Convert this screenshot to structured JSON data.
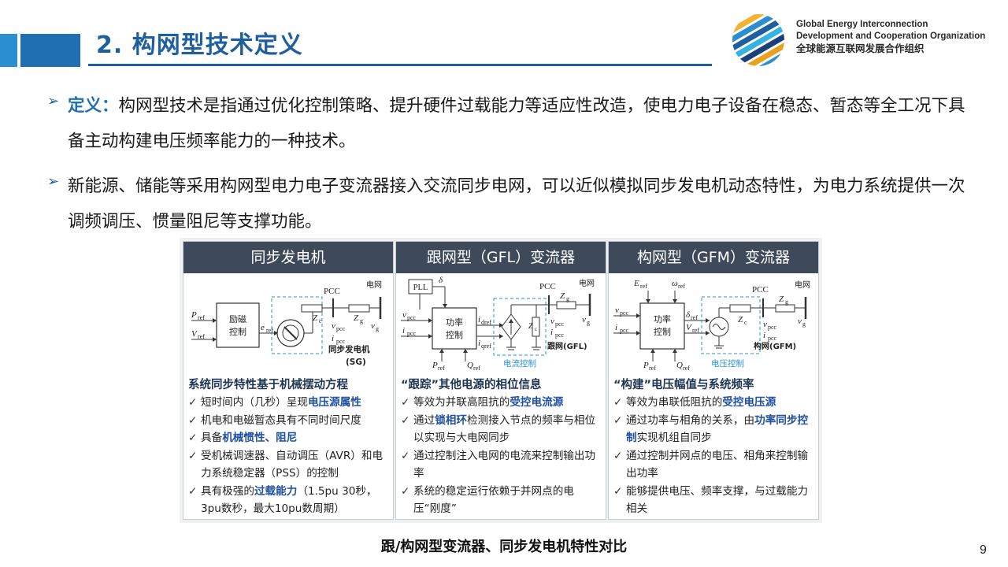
{
  "header": {
    "title": "2. 构网型技术定义"
  },
  "org": {
    "en_line1": "Global Energy Interconnection",
    "en_line2": "Development and Cooperation Organization",
    "cn": "全球能源互联网发展合作组织"
  },
  "bullets": [
    {
      "lead": "定义：",
      "text": "构网型技术是指通过优化控制策略、提升硬件过载能力等适应性改造，使电力电子设备在稳态、暂态等全工况下具备主动构建电压频率能力的一种技术。"
    },
    {
      "lead": "",
      "text": "新能源、储能等采用构网型电力电子变流器接入交流同步电网，可以近似模拟同步发电机动态特性，为电力系统提供一次调频调压、惯量阻尼等支撑功能。"
    }
  ],
  "panels": [
    {
      "title": "同步发电机",
      "diagram": {
        "ctrl": "励磁控制",
        "ctrl1": "励磁",
        "ctrl2": "控制",
        "in1": "P",
        "in1s": "ref",
        "in2": "V",
        "in2s": "ref",
        "sig": "e",
        "sigs": "ref",
        "pcc": "PCC",
        "grid": "电网",
        "zc": "Z",
        "zcs": "c",
        "zg": "Z",
        "zgs": "g",
        "vp": "v",
        "vps": "pcc",
        "ip": "i",
        "ips": "pcc",
        "vg": "v",
        "vgs": "g",
        "label1": "同步发电机",
        "label2": "(SG)"
      },
      "subtitle": "系统同步特性基于机械摆动方程",
      "items": [
        {
          "a": "短时间内（几秒）呈现",
          "b": "电压源属性",
          "c": ""
        },
        {
          "a": "机电和电磁暂态具有不同时间尺度",
          "b": "",
          "c": ""
        },
        {
          "a": "具备",
          "b": "机械惯性、阻尼",
          "c": ""
        },
        {
          "a": "受机械调速器、自动调压（AVR）和电力系统稳定器（PSS）的控制",
          "b": "",
          "c": ""
        },
        {
          "a": "具有极强的",
          "b": "过载能力",
          "c": "（1.5pu 30秒，3pu数秒，最大10pu数周期）"
        }
      ]
    },
    {
      "title": "跟网型（GFL）变流器",
      "diagram": {
        "pll": "PLL",
        "delta": "δ",
        "ctrl1": "功率",
        "ctrl2": "控制",
        "in1": "v",
        "in1s": "pcc",
        "in2": "i",
        "in2s": "pcc",
        "out1": "i",
        "out1s": "dref",
        "out2": "i",
        "out2s": "qref",
        "p": "P",
        "ps": "ref",
        "q": "Q",
        "qs": "ref",
        "pcc": "PCC",
        "grid": "电网",
        "zc": "Z",
        "zcs": "c",
        "zg": "Z",
        "zgs": "g",
        "vp": "v",
        "vps": "pcc",
        "ip": "i",
        "ips": "pcc",
        "vg": "v",
        "vgs": "g",
        "label": "跟网(GFL)",
        "ctrl_label": "电流控制"
      },
      "subtitle": "“跟踪”其他电源的相位信息",
      "items": [
        {
          "a": "等效为并联高阻抗的",
          "b": "受控电流源",
          "c": ""
        },
        {
          "a": "通过",
          "b": "锁相环",
          "c": "检测接入节点的频率与相位以实现与大电网同步"
        },
        {
          "a": "通过控制注入电网的电流来控制输出功率",
          "b": "",
          "c": ""
        },
        {
          "a": "系统的稳定运行依赖于并网点的电压“刚度”",
          "b": "",
          "c": ""
        }
      ]
    },
    {
      "title": "构网型（GFM）变流器",
      "diagram": {
        "e": "E",
        "es": "ref",
        "w": "ω",
        "ws": "ref",
        "ctrl1": "功率",
        "ctrl2": "控制",
        "in1": "v",
        "in1s": "pcc",
        "in2": "i",
        "in2s": "pcc",
        "out1": "δ",
        "out1s": "ref",
        "out2": "V",
        "out2s": "ref",
        "p": "P",
        "ps": "ref",
        "q": "Q",
        "qs": "ref",
        "pcc": "PCC",
        "grid": "电网",
        "zc": "Z",
        "zcs": "c",
        "zg": "Z",
        "zgs": "g",
        "vp": "v",
        "vps": "pcc",
        "ip": "i",
        "ips": "pcc",
        "vg": "v",
        "vgs": "g",
        "label": "构网(GFM)",
        "ctrl_label": "电压控制"
      },
      "subtitle": "“构建”电压幅值与系统频率",
      "items": [
        {
          "a": "等效为串联低阻抗的",
          "b": "受控电压源",
          "c": ""
        },
        {
          "a": "通过功率与相角的关系，由",
          "b": "功率同步控制",
          "c": "实现机组自同步"
        },
        {
          "a": "通过控制并网点的电压、相角来控制输出功率",
          "b": "",
          "c": ""
        },
        {
          "a": "能够提供电压、频率支撑，与过载能力相关",
          "b": "",
          "c": ""
        }
      ]
    }
  ],
  "caption": "跟/构网型变流器、同步发电机特性对比",
  "page_number": "9",
  "colors": {
    "accent": "#1f5f9e",
    "panel_header": "#3e4a5a",
    "dash": "#2a8fd1",
    "highlight": "#1f4fa0"
  }
}
